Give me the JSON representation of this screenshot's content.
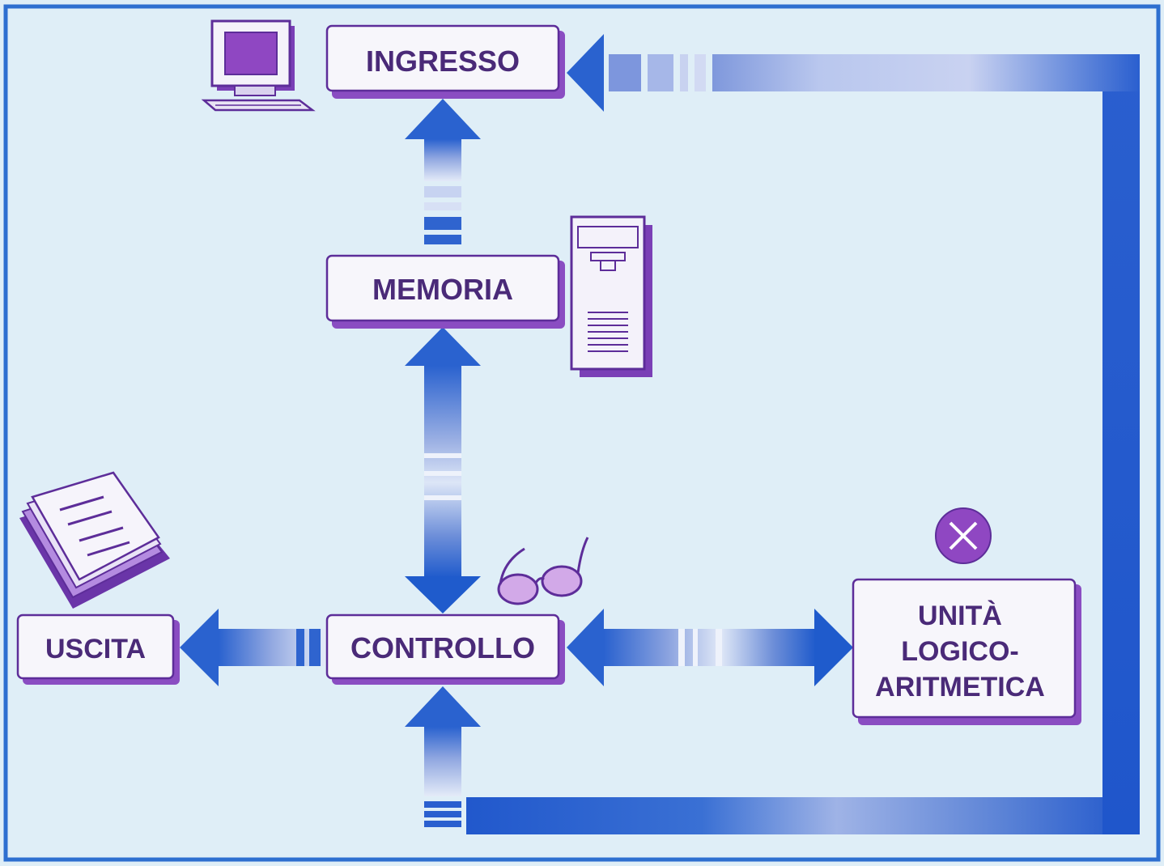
{
  "nodes": {
    "ingresso": {
      "label": "INGRESSO"
    },
    "memoria": {
      "label": "MEMORIA"
    },
    "controllo": {
      "label": "CONTROLLO"
    },
    "uscita": {
      "label": "USCITA"
    },
    "alu": {
      "label_lines": [
        "UNITÀ",
        "LOGICO-",
        "ARITMETICA"
      ]
    }
  },
  "colors": {
    "background": "#dfeef7",
    "frame": "#2e6fd0",
    "arrow_dark": "#1f5fcf",
    "arrow_light": "#dce6f6",
    "box_fill": "#f7f6fb",
    "box_shadow": "#8a4dc2",
    "label": "#4a2a78",
    "icon_purple": "#8f47c2",
    "icon_dark": "#5d2d99"
  },
  "icons": [
    "computer-terminal-icon",
    "server-tower-icon",
    "book-icon",
    "glasses-icon",
    "multiply-icon"
  ]
}
